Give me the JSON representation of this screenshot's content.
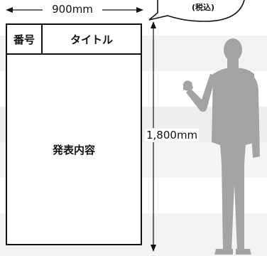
{
  "poster": {
    "number_label": "番号",
    "title_label": "タイトル",
    "body_label": "発表内容"
  },
  "dimensions": {
    "width_label": "900mm",
    "height_label": "1,800mm"
  },
  "bubble": {
    "text": "(税込)"
  },
  "colors": {
    "line": "#111111",
    "silhouette": "#a3a3a3",
    "band_light": "#f2f2f2"
  }
}
